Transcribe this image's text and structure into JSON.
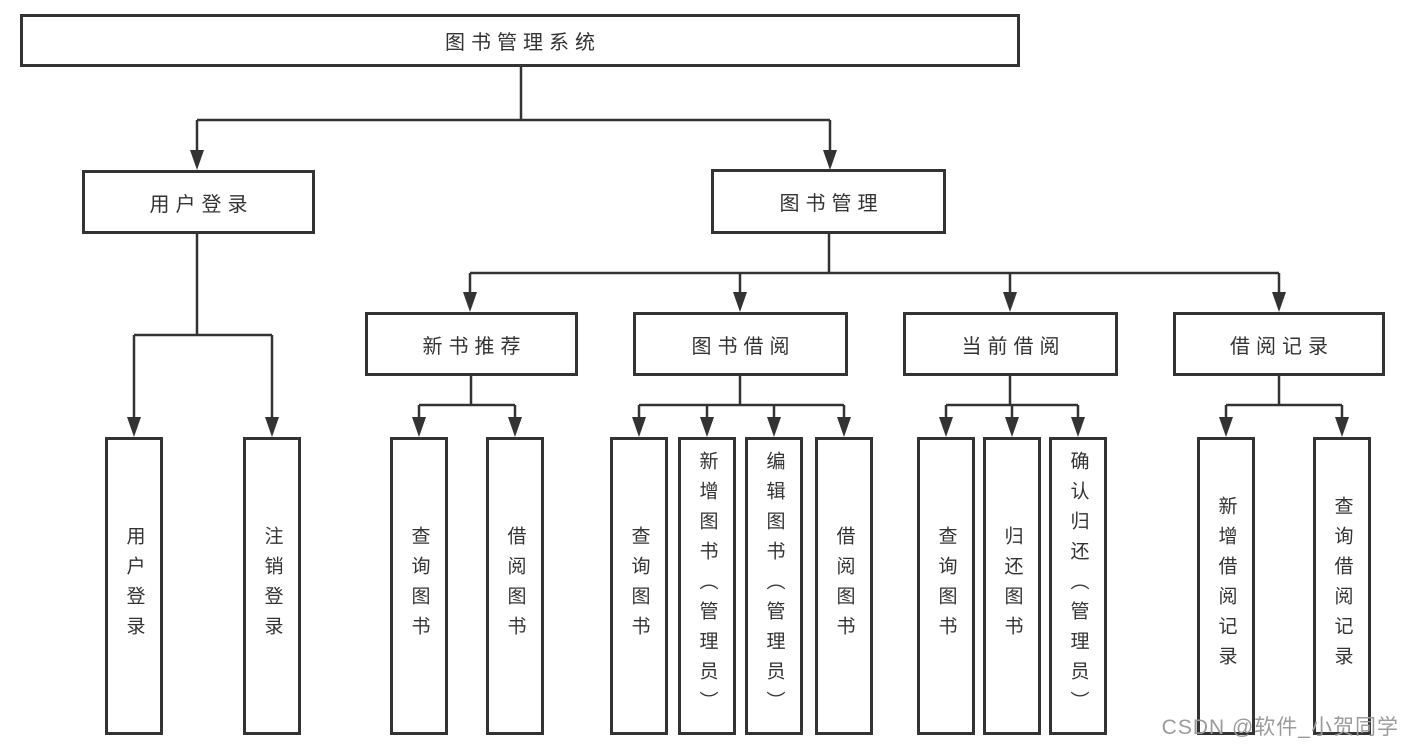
{
  "diagram": {
    "colors": {
      "line": "#333333",
      "box_border": "#333333",
      "text": "#333333",
      "background": "#ffffff",
      "watermark_text": "#9b9b9b"
    },
    "tree": {
      "root": {
        "label": "图书管理系统"
      },
      "level2": [
        {
          "label": "用户登录",
          "leaves": [
            {
              "label": "用户登录"
            },
            {
              "label": "注销登录"
            }
          ]
        },
        {
          "label": "图书管理",
          "sections": [
            {
              "label": "新书推荐",
              "leaves": [
                {
                  "label": "查询图书"
                },
                {
                  "label": "借阅图书"
                }
              ]
            },
            {
              "label": "图书借阅",
              "leaves": [
                {
                  "label": "查询图书"
                },
                {
                  "label": "新增图书（管理员）"
                },
                {
                  "label": "编辑图书（管理员）"
                },
                {
                  "label": "借阅图书"
                }
              ]
            },
            {
              "label": "当前借阅",
              "leaves": [
                {
                  "label": "查询图书"
                },
                {
                  "label": "归还图书"
                },
                {
                  "label": "确认归还（管理员）"
                }
              ]
            },
            {
              "label": "借阅记录",
              "leaves": [
                {
                  "label": "新增借阅记录"
                },
                {
                  "label": "查询借阅记录"
                }
              ]
            }
          ]
        }
      ]
    },
    "watermark": "CSDN @软件_小贺同学"
  }
}
